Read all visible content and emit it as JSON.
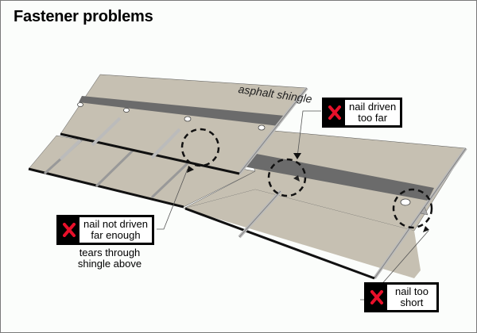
{
  "title": "Fastener problems",
  "shingle_label": "asphalt shingle",
  "colors": {
    "shingle": "#c6c0b2",
    "adhesive_strip": "#6b6b6b",
    "x_mark": "#e8102a",
    "callout_bg": "#000000"
  },
  "callouts": {
    "too_far": {
      "icon": "red-x-icon",
      "line1": "nail driven",
      "line2": "too far"
    },
    "not_far_enough": {
      "icon": "red-x-icon",
      "line1": "nail not driven",
      "line2": "far enough"
    },
    "too_short": {
      "icon": "red-x-icon",
      "line1": "nail too",
      "line2": "short"
    }
  },
  "notes": {
    "tears_line1": "tears through",
    "tears_line2": "shingle above"
  }
}
